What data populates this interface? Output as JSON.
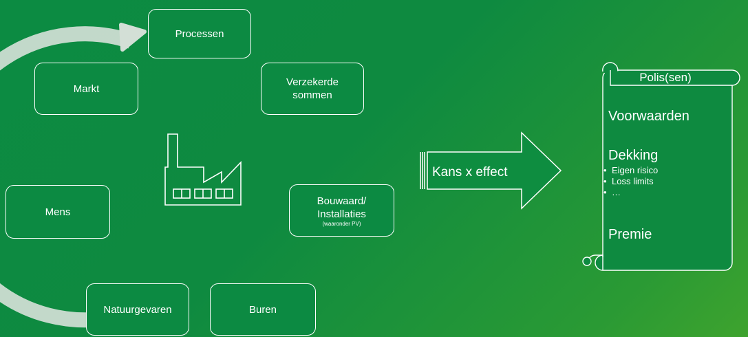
{
  "cycle": {
    "nodes": [
      {
        "label": "Processen"
      },
      {
        "label": "Verzekerde\nsommen"
      },
      {
        "label": "Bouwaard/\nInstallaties",
        "note": "(waaronder PV)"
      },
      {
        "label": "Buren"
      },
      {
        "label": "Natuurgevaren"
      },
      {
        "label": "Mens"
      },
      {
        "label": "Markt"
      }
    ],
    "center_icon": "factory-icon"
  },
  "arrow": {
    "label": "Kans x effect"
  },
  "scroll": {
    "title": "Polis(sen)",
    "heading1": "Voorwaarden",
    "heading2": "Dekking",
    "bullets": [
      "Eigen risico",
      "Loss limits",
      "…"
    ],
    "heading3": "Premie"
  },
  "colors": {
    "background": "#0c8b42",
    "ring": "#d3dfd6",
    "scroll_fill": "#0e8a40",
    "stroke": "#ffffff"
  }
}
